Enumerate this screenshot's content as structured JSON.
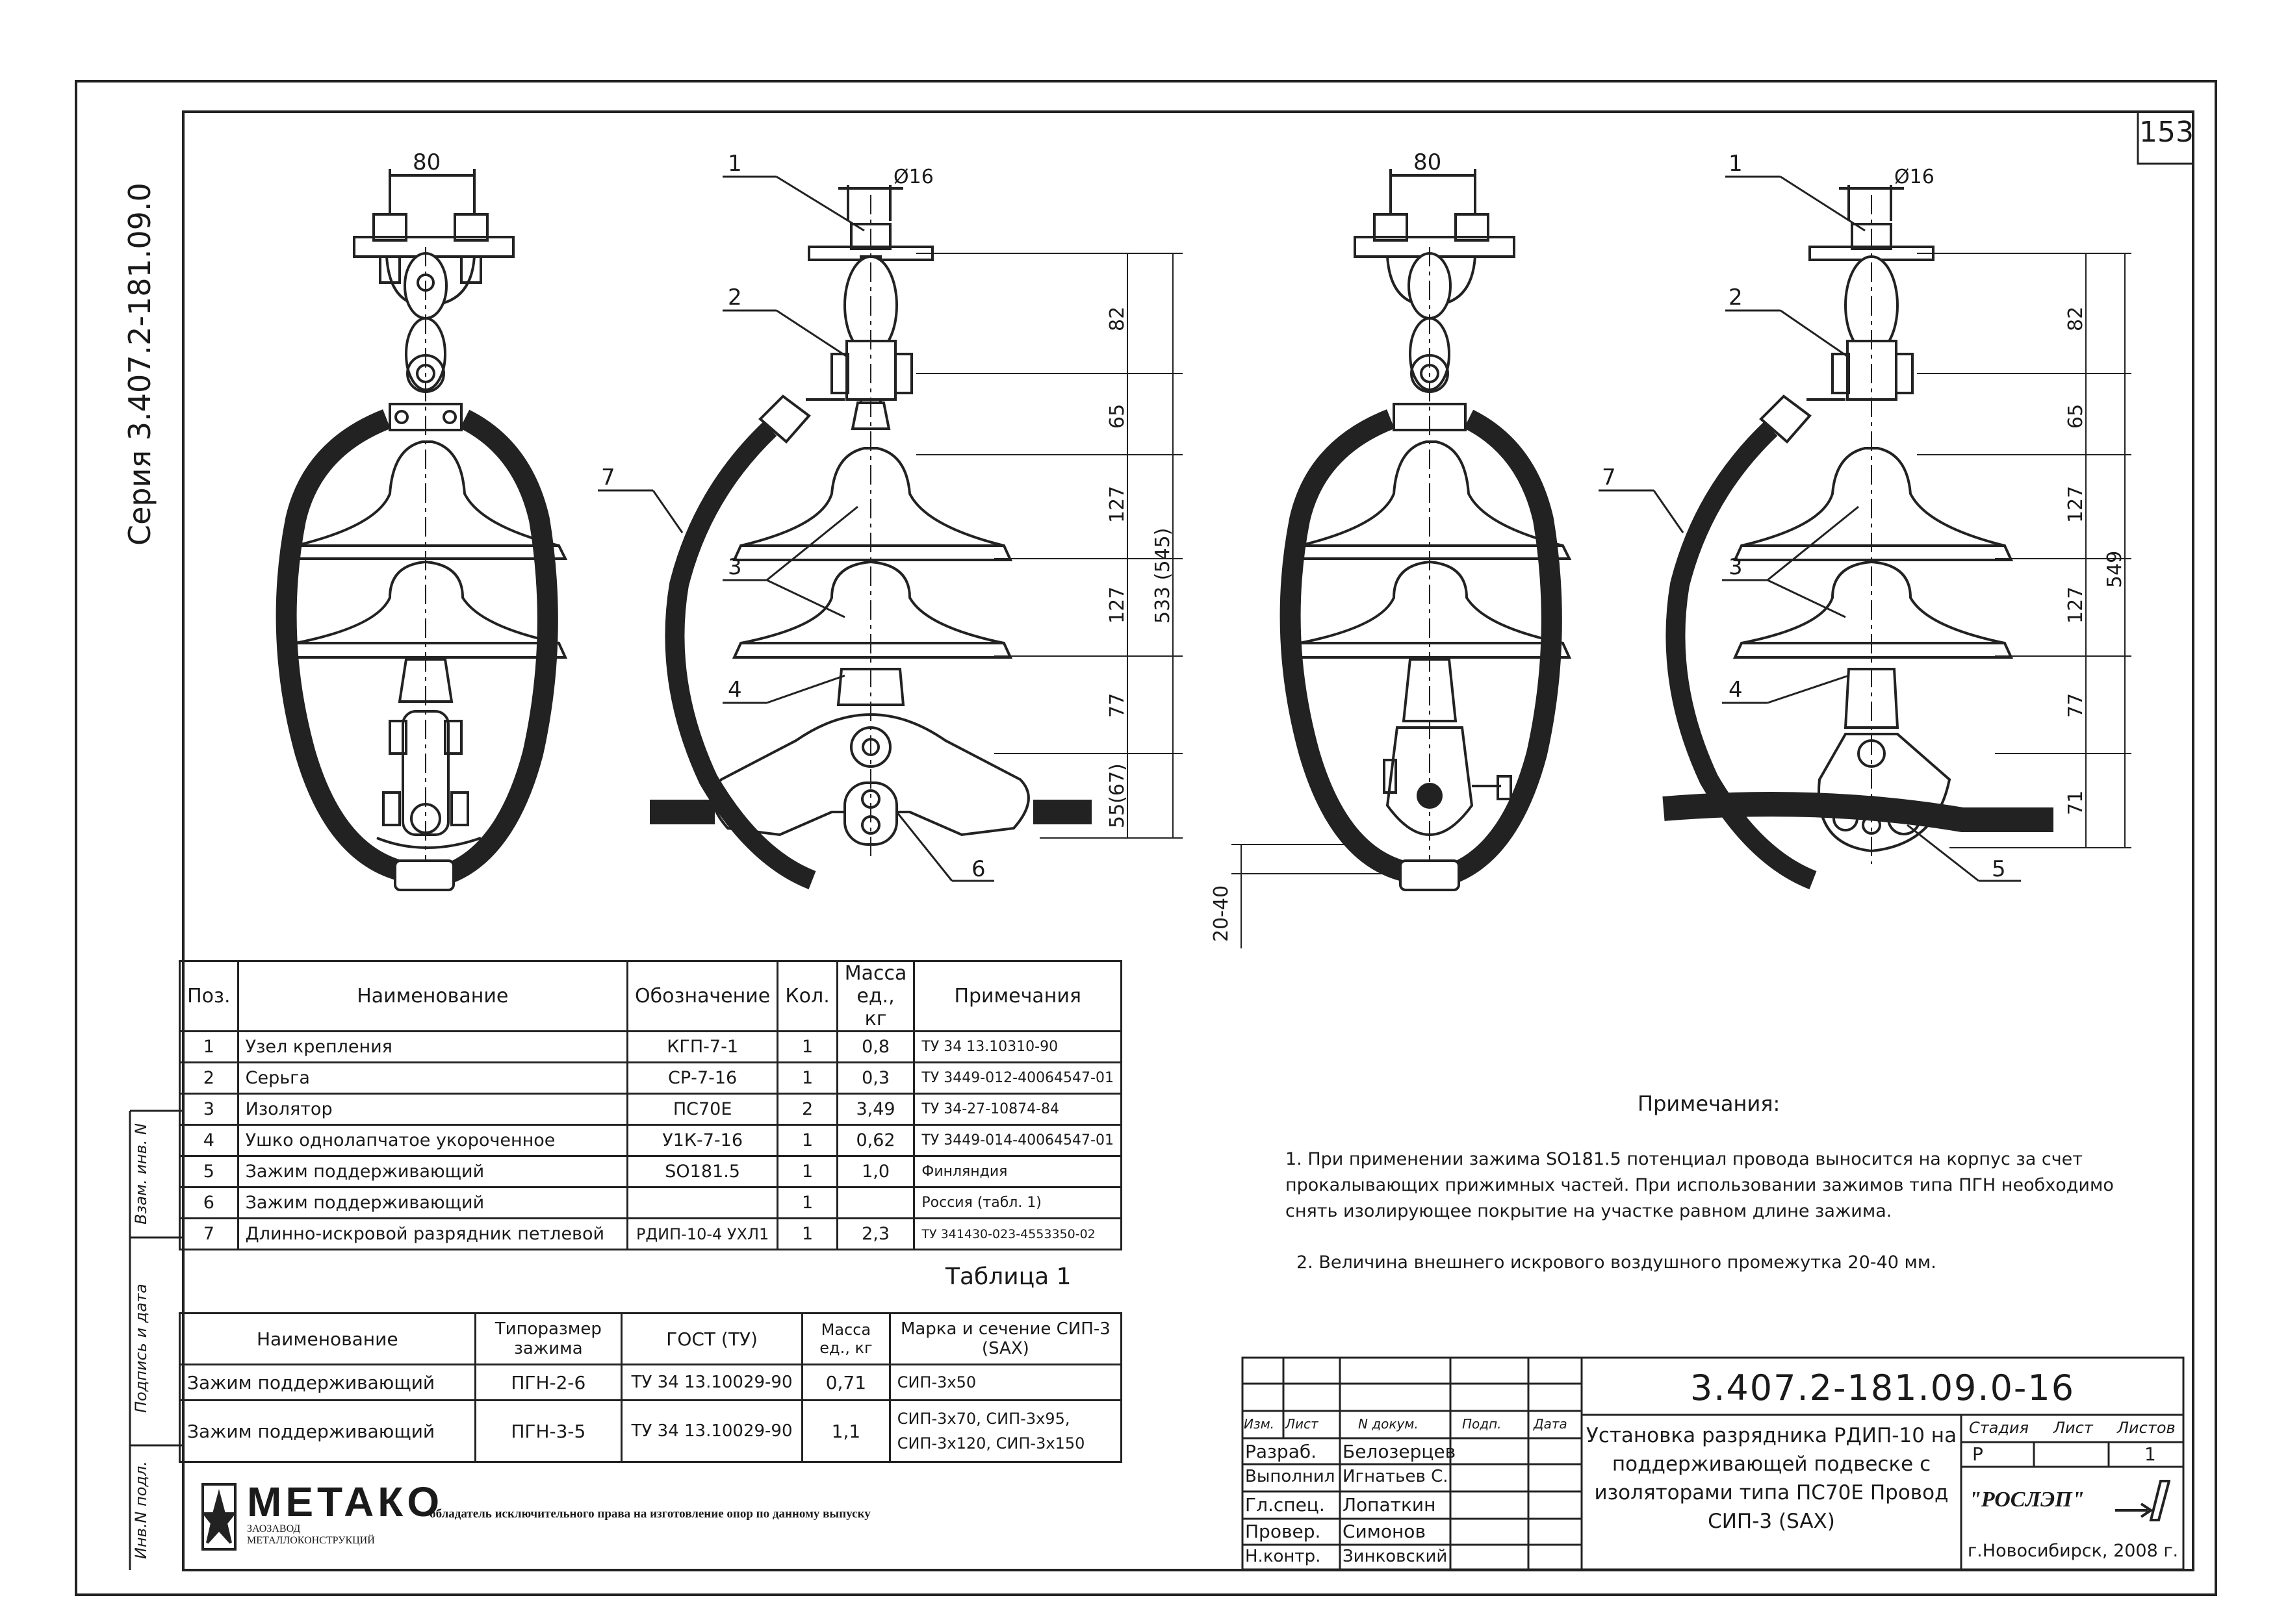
{
  "sheet_number": "153",
  "series_label": "Серия 3.407.2-181.09.0",
  "dimensions": {
    "d80_left": "80",
    "d80_right": "80",
    "d16_left": "Ø16",
    "d16_right": "Ø16",
    "left_stack": [
      "82",
      "65",
      "127",
      "127",
      "77",
      "55(67)"
    ],
    "left_total": "533 (545)",
    "right_stack": [
      "82",
      "65",
      "127",
      "127",
      "77",
      "71"
    ],
    "right_total": "549",
    "gap": "20-40"
  },
  "callouts": {
    "left": [
      "1",
      "2",
      "3",
      "4",
      "6",
      "7"
    ],
    "right": [
      "1",
      "2",
      "3",
      "4",
      "5",
      "7"
    ]
  },
  "table1": {
    "headers": [
      "Поз.",
      "Наименование",
      "Обозначение",
      "Кол.",
      "Масса ед., кг",
      "Примечания"
    ],
    "rows": [
      [
        "1",
        "Узел крепления",
        "КГП-7-1",
        "1",
        "0,8",
        "ТУ 34 13.10310-90"
      ],
      [
        "2",
        "Серьга",
        "СР-7-16",
        "1",
        "0,3",
        "ТУ 3449-012-40064547-01"
      ],
      [
        "3",
        "Изолятор",
        "ПС70Е",
        "2",
        "3,49",
        "ТУ 34-27-10874-84"
      ],
      [
        "4",
        "Ушко однолапчатое укороченное",
        "У1К-7-16",
        "1",
        "0,62",
        "ТУ 3449-014-40064547-01"
      ],
      [
        "5",
        "Зажим поддерживающий",
        "SO181.5",
        "1",
        "1,0",
        "Финляндия"
      ],
      [
        "6",
        "Зажим поддерживающий",
        "",
        "1",
        "",
        "Россия (табл. 1)"
      ],
      [
        "7",
        "Длинно-искровой разрядник петлевой",
        "РДИП-10-4 УХЛ1",
        "1",
        "2,3",
        "ТУ 341430-023-4553350-02"
      ]
    ]
  },
  "table2": {
    "caption": "Таблица 1",
    "headers": [
      "Наименование",
      "Типоразмер зажима",
      "ГОСТ (ТУ)",
      "Масса ед., кг",
      "Марка и сечение СИП-3 (SAX)"
    ],
    "rows": [
      [
        "Зажим поддерживающий",
        "ПГН-2-6",
        "ТУ 34 13.10029-90",
        "0,71",
        "СИП-3х50"
      ],
      [
        "Зажим поддерживающий",
        "ПГН-3-5",
        "ТУ 34 13.10029-90",
        "1,1",
        "СИП-3х70, СИП-3х95, СИП-3х120, СИП-3х150"
      ]
    ]
  },
  "notes": {
    "title": "Примечания:",
    "items": [
      "1. При применении зажима SO181.5 потенциал провода выносится на корпус за счет прокалывающих прижимных частей. При использовании зажимов типа ПГН необходимо снять изолирующее покрытие на участке равном длине зажима.",
      "2. Величина внешнего искрового воздушного промежутка 20-40 мм."
    ]
  },
  "side_stamps": [
    "Взам. инв. N",
    "Подпись и дата",
    "Инв.N подл."
  ],
  "logo": {
    "name": "МЕТАКО",
    "line1": "ЗАОЗАВОД МЕТАЛЛОКОНСТРУКЦИЙ",
    "caption": "- обладатель исключительного права на изготовление опор по данному выпуску"
  },
  "title_block": {
    "code": "3.407.2-181.09.0-16",
    "header_cols": [
      "Изм.",
      "Лист",
      "N докум.",
      "Подп.",
      "Дата"
    ],
    "roles": [
      "Разраб.",
      "Выполнил",
      "Гл.спец.",
      "Провер.",
      "Н.контр."
    ],
    "names": [
      "Белозерцев",
      "Игнатьев С.",
      "Лопаткин",
      "Симонов",
      "Зинковский"
    ],
    "title": "Установка разрядника РДИП-10 на поддерживающей подвеске с изоляторами типа ПС70Е Провод СИП-3 (SAX)",
    "stage_label": "Стадия",
    "sheet_label": "Лист",
    "sheets_label": "Листов",
    "stage": "Р",
    "sheets": "1",
    "org": "\"РОСЛЭП\"",
    "city": "г.Новосибирск, 2008 г."
  }
}
